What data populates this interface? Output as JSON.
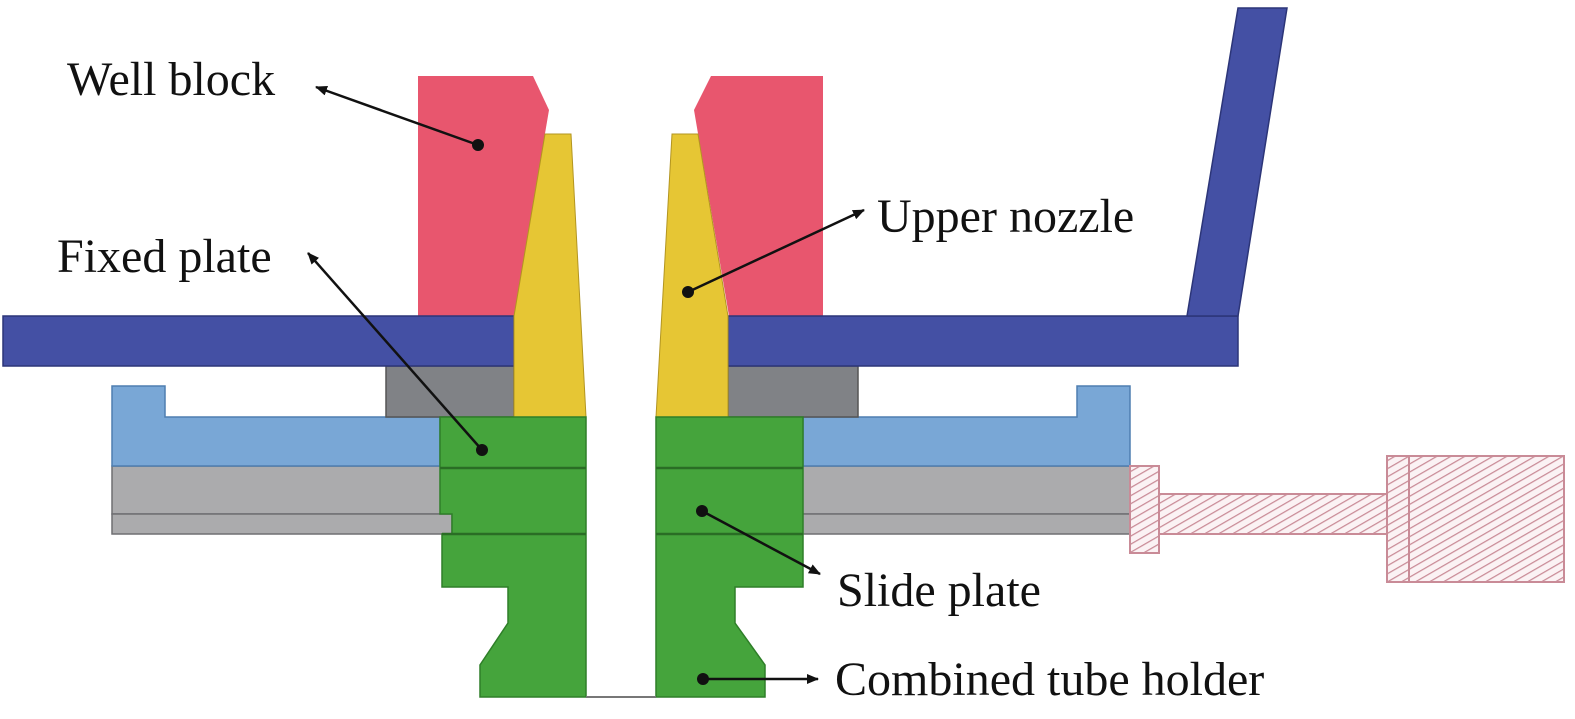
{
  "labels": {
    "well_block": "Well block",
    "fixed_plate": "Fixed plate",
    "upper_nozzle": "Upper nozzle",
    "slide_plate": "Slide plate",
    "combined_tube_holder": "Combined tube holder"
  },
  "colors": {
    "well_block": "#E8566E",
    "upper_nozzle": "#E6C634",
    "top_plate": "#4450A4",
    "support_block": "#808286",
    "slide_frame": "#79A7D6",
    "slide_body": "#ABABAD",
    "tube_holder": "#45A43C",
    "actuator_hatch": "#C98B97",
    "outline": "#333333",
    "text": "#111111"
  }
}
